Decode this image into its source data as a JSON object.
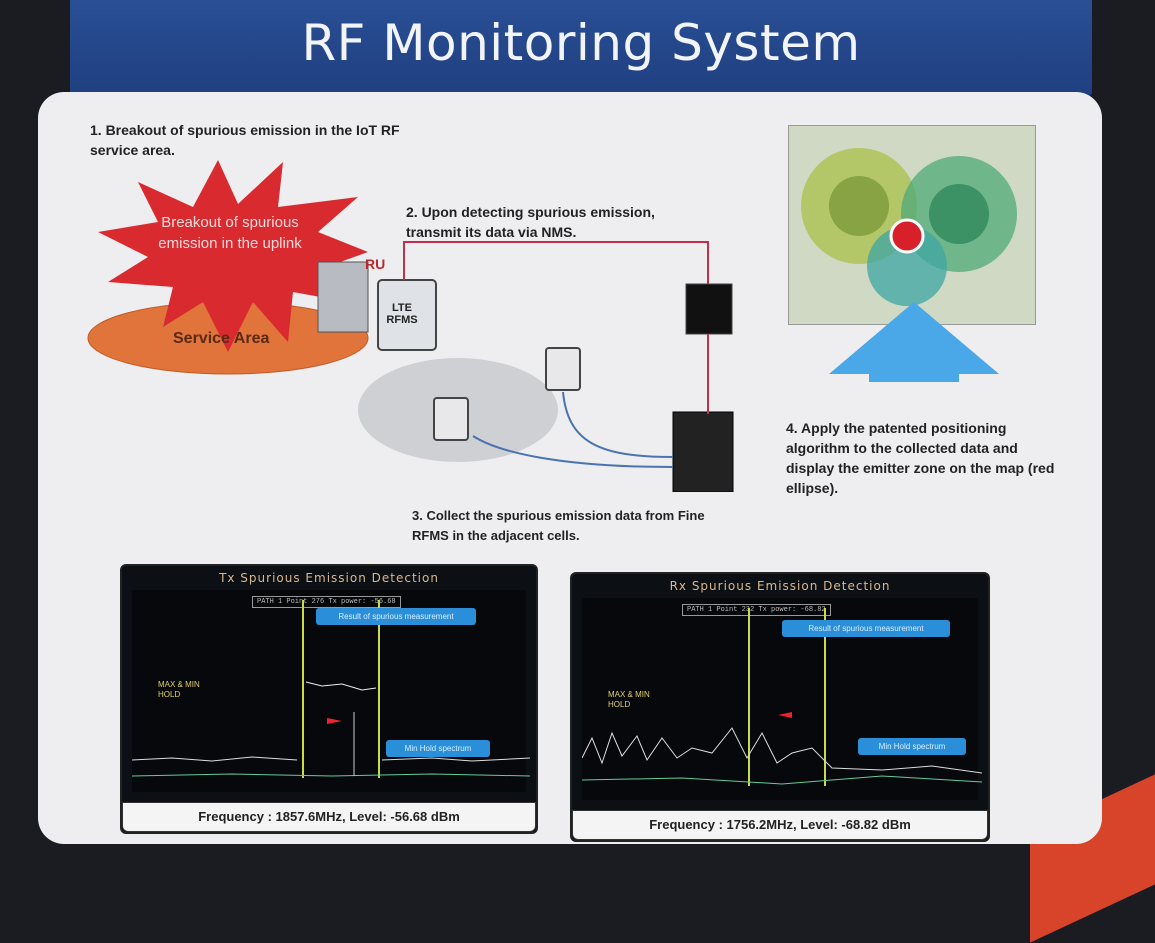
{
  "title": "RF Monitoring System",
  "steps": {
    "step1": "1. Breakout of spurious emission in the IoT RF service area.",
    "step2": "2. Upon detecting spurious emission, transmit its data via NMS.",
    "step3": "3. Collect the spurious emission data from Fine RFMS in the adjacent cells.",
    "step4": "4. Apply the patented positioning algorithm to the collected data and display the emitter zone on the map (red ellipse)."
  },
  "diagram": {
    "burst_label": "Breakout of spurious emission in the uplink",
    "service_area": "Service Area",
    "ru_label": "RU",
    "rfms_label": "LTE RFMS"
  },
  "tx": {
    "title": "Tx Spurious Emission Detection",
    "path_readout": "PATH 1 Point 276 Tx power: -56.68",
    "callout_result": "Result of spurious measurement",
    "callout_min": "Min Hold spectrum",
    "hold": "MAX & MIN HOLD",
    "readout": "Frequency : 1857.6MHz, Level: -56.68 dBm"
  },
  "rx": {
    "title": "Rx Spurious Emission Detection",
    "path_readout": "PATH 1 Point 232 Tx power: -68.82",
    "callout_result": "Result of spurious measurement",
    "callout_min": "Min Hold spectrum",
    "hold": "MAX & MIN HOLD",
    "readout": "Frequency : 1756.2MHz, Level: -68.82 dBm"
  },
  "colors": {
    "header": "#2a4f95",
    "burst": "#d92b2f",
    "area": "#e0743a",
    "accent": "#2a8fd8"
  }
}
